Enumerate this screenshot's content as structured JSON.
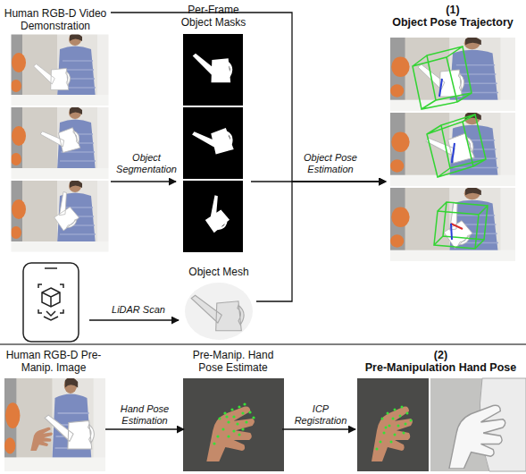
{
  "diagram": {
    "nodes": [
      {
        "text": [
          "Human RGB-D Video Demonstration"
        ]
      },
      {
        "text": [
          "Per-Frame Object Masks"
        ]
      },
      {
        "text": [
          "(1)",
          "Object Pose Trajectory"
        ]
      },
      {
        "text": [
          "Object Mesh"
        ]
      },
      {
        "text": [
          "Human RGB-D Pre-Manip. Image"
        ]
      },
      {
        "text": [
          "Pre-Manip. Hand Pose Estimate"
        ]
      },
      {
        "text": [
          "(2)",
          "Pre-Manipulation Hand Pose"
        ]
      }
    ],
    "edges": [
      {
        "from": 0,
        "to": 1,
        "label": "Object Segmentation",
        "arrow": "to"
      },
      {
        "from": 1,
        "to": 2,
        "label": "Object Pose Estimation",
        "arrow": "to"
      },
      {
        "from": 0,
        "to": 2,
        "arrow": "to"
      },
      {
        "from": 3,
        "to": 2,
        "arrow": "to"
      },
      {
        "from": 4,
        "to": 5,
        "label": "Hand Pose Estimation",
        "arrow": "to"
      },
      {
        "from": 5,
        "to": 6,
        "label": "ICP Registration",
        "arrow": "to"
      }
    ],
    "labels": [
      "LiDAR Scan"
    ]
  }
}
